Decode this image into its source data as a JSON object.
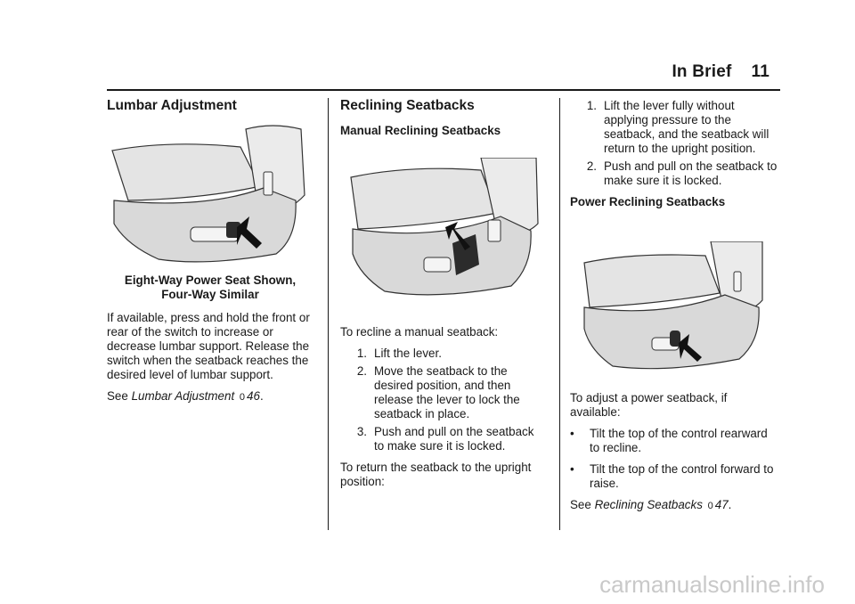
{
  "header": {
    "section": "In Brief",
    "page": "11"
  },
  "col1": {
    "heading": "Lumbar Adjustment",
    "caption_line1": "Eight-Way Power Seat Shown,",
    "caption_line2": "Four-Way Similar",
    "body": "If available, press and hold the front or rear of the switch to increase or decrease lumbar support. Release the switch when the seatback reaches the desired level of lumbar support.",
    "see_prefix": "See",
    "see_link": "Lumbar Adjustment",
    "see_arrow": "0",
    "see_page": "46",
    "see_suffix": "."
  },
  "col2": {
    "heading": "Reclining Seatbacks",
    "subheading": "Manual Reclining Seatbacks",
    "intro": "To recline a manual seatback:",
    "steps": [
      {
        "num": "1.",
        "text": "Lift the lever."
      },
      {
        "num": "2.",
        "text": "Move the seatback to the desired position, and then release the lever to lock the seatback in place."
      },
      {
        "num": "3.",
        "text": "Push and pull on the seatback to make sure it is locked."
      }
    ],
    "outro": "To return the seatback to the upright position:"
  },
  "col3": {
    "steps": [
      {
        "num": "1.",
        "text": "Lift the lever fully without applying pressure to the seatback, and the seatback will return to the upright position."
      },
      {
        "num": "2.",
        "text": "Push and pull on the seatback to make sure it is locked."
      }
    ],
    "subheading": "Power Reclining Seatbacks",
    "intro": "To adjust a power seatback, if available:",
    "bullets": [
      {
        "mark": "•",
        "text": "Tilt the top of the control rearward to recline."
      },
      {
        "mark": "•",
        "text": "Tilt the top of the control forward to raise."
      }
    ],
    "see_prefix": "See",
    "see_link": "Reclining Seatbacks",
    "see_arrow": "0",
    "see_page": "47",
    "see_suffix": "."
  },
  "watermark": "carmanualsonline.info"
}
